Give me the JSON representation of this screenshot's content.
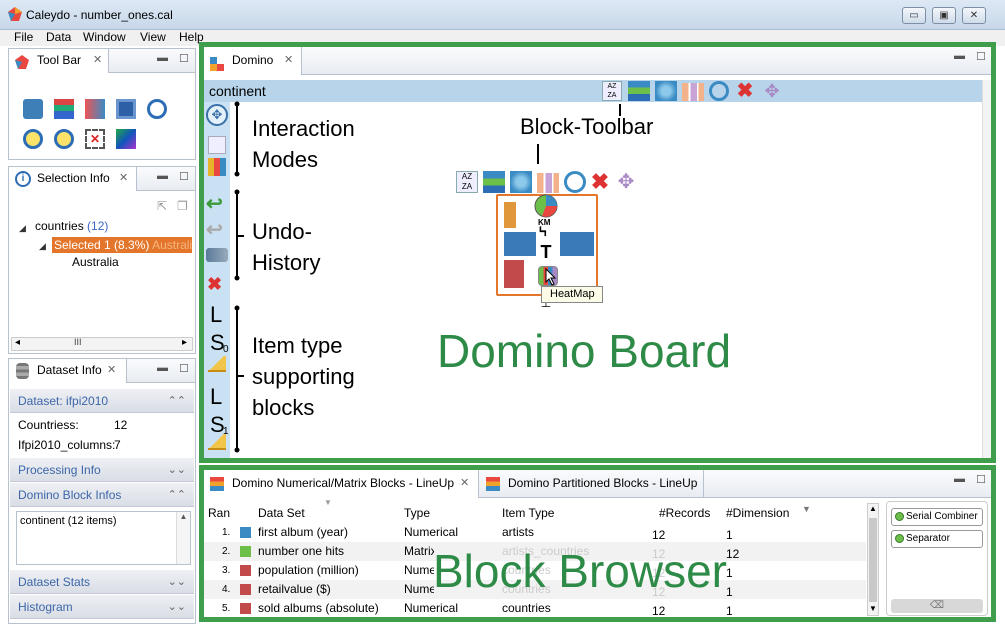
{
  "window": {
    "title": "Caleydo - number_ones.cal",
    "buttons": [
      "▭",
      "▣",
      "✕"
    ]
  },
  "menu": [
    "File",
    "Data",
    "Window",
    "View",
    "Help"
  ],
  "toolbar_view": {
    "tab": "Tool Bar"
  },
  "selection_info": {
    "tab": "Selection Info",
    "tree_root": "countries",
    "tree_root_count": "(12)",
    "selected_label": "Selected 1 (8.3%)",
    "selected_extra": "Australia",
    "child": "Australia",
    "hscroll_mid": "III"
  },
  "dataset_info": {
    "tab": "Dataset Info",
    "dataset_header": "Dataset: ifpi2010",
    "rows": [
      {
        "key": "Countriess:",
        "value": "12"
      },
      {
        "key": "Ifpi2010_columns:",
        "value": "7"
      }
    ],
    "processing": "Processing Info",
    "block_infos": "Domino Block Infos",
    "block_info_text": "continent (12 items)",
    "dataset_stats": "Dataset Stats",
    "histogram": "Histogram"
  },
  "domino": {
    "tab": "Domino",
    "header": "continent",
    "tooltip": "HeatMap",
    "annotations": {
      "interaction": [
        "Interaction",
        "Modes"
      ],
      "undo": [
        "Undo-",
        "History"
      ],
      "item_type": [
        "Item type",
        "supporting",
        "blocks"
      ],
      "block_toolbar": "Block-Toolbar",
      "board": "Domino Board"
    },
    "sidebar_letters": [
      "L",
      "S",
      "0",
      "L",
      "S",
      "1"
    ]
  },
  "browser": {
    "tabs": [
      "Domino Numerical/Matrix Blocks - LineUp",
      "Domino Partitioned Blocks - LineUp"
    ],
    "columns": [
      "Ran",
      "Data Set",
      "Type",
      "Item Type",
      "#Records",
      "#Dimension"
    ],
    "rows": [
      {
        "rank": "1.",
        "color": "#3a8bc4",
        "name": "first album (year)",
        "type": "Numerical",
        "item": "artists",
        "records": "12",
        "dims": "1"
      },
      {
        "rank": "2.",
        "color": "#6cc04a",
        "name": "number one hits",
        "type": "Matrix",
        "item": "artists_countries",
        "records": "12",
        "dims": "12"
      },
      {
        "rank": "3.",
        "color": "#c24a4a",
        "name": "population (million)",
        "type": "Numerical",
        "item": "countries",
        "records": "12",
        "dims": "1"
      },
      {
        "rank": "4.",
        "color": "#c24a4a",
        "name": "retailvalue ($)",
        "type": "Numerical",
        "item": "countries",
        "records": "12",
        "dims": "1"
      },
      {
        "rank": "5.",
        "color": "#c24a4a",
        "name": "sold albums (absolute)",
        "type": "Numerical",
        "item": "countries",
        "records": "12",
        "dims": "1"
      }
    ],
    "side_buttons": [
      "Serial Combiner",
      "Separator"
    ],
    "overlay": "Block Browser"
  }
}
